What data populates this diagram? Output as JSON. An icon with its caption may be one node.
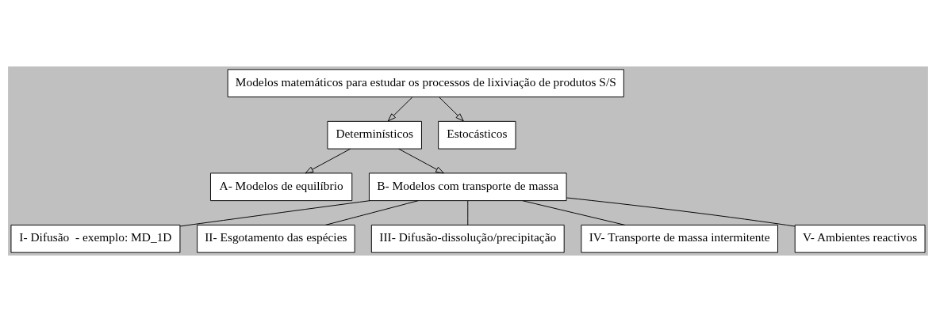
{
  "diagram": {
    "nodes": [
      {
        "text": [
          "Modelos matemáticos para estudar os processos de lixiviação de produtos S/S"
        ]
      },
      {
        "text": [
          "Determinísticos"
        ]
      },
      {
        "text": [
          "Estocásticos"
        ]
      },
      {
        "text": [
          "A- Modelos de equilíbrio"
        ]
      },
      {
        "text": [
          "B- Modelos com transporte de massa"
        ]
      },
      {
        "text": [
          "I- Difusão  - exemplo: MD_1D"
        ]
      },
      {
        "text": [
          "II- Esgotamento das espécies"
        ]
      },
      {
        "text": [
          "III- Difusão-dissolução/precipitação"
        ]
      },
      {
        "text": [
          "IV- Transporte de massa intermitente"
        ]
      },
      {
        "text": [
          "V- Ambientes reactivos"
        ]
      }
    ],
    "edges": [
      {
        "from": 0,
        "to": 1,
        "arrow": "to"
      },
      {
        "from": 0,
        "to": 2,
        "arrow": "to"
      },
      {
        "from": 1,
        "to": 3,
        "arrow": "to"
      },
      {
        "from": 1,
        "to": 4,
        "arrow": "to"
      },
      {
        "from": 4,
        "to": 5,
        "arrow": "none"
      },
      {
        "from": 4,
        "to": 6,
        "arrow": "none"
      },
      {
        "from": 4,
        "to": 7,
        "arrow": "none"
      },
      {
        "from": 4,
        "to": 8,
        "arrow": "none"
      },
      {
        "from": 4,
        "to": 9,
        "arrow": "none"
      }
    ]
  }
}
